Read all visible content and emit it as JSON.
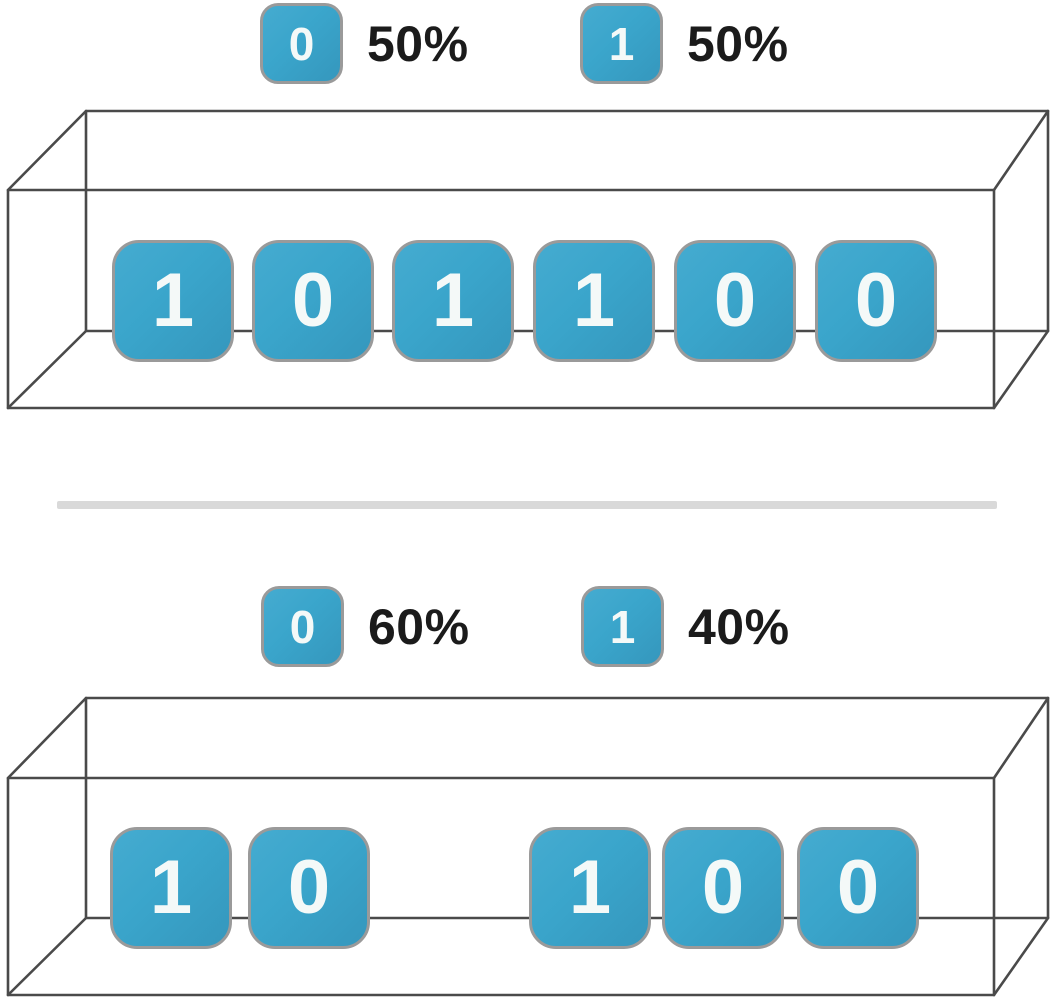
{
  "diagram": {
    "description": "Two wireframe boxes of binary tiles with bit-probability legends",
    "top_section": {
      "legend": [
        {
          "symbol": "0",
          "percent": "50%"
        },
        {
          "symbol": "1",
          "percent": "50%"
        }
      ],
      "bits": [
        "1",
        "0",
        "1",
        "1",
        "0",
        "0"
      ]
    },
    "bottom_section": {
      "legend": [
        {
          "symbol": "0",
          "percent": "60%"
        },
        {
          "symbol": "1",
          "percent": "40%"
        }
      ],
      "bits": [
        "1",
        "0",
        "1",
        "0",
        "0"
      ],
      "missing_slot_index": 2
    },
    "colors": {
      "tile_fill": "#3aa5cb",
      "tile_border": "#9a9a9a",
      "tile_text": "#f4f9f8",
      "box_edge": "#4a4a4a",
      "legend_text": "#1b1b1b",
      "divider": "#d9d9d9",
      "background": "#ffffff"
    }
  }
}
